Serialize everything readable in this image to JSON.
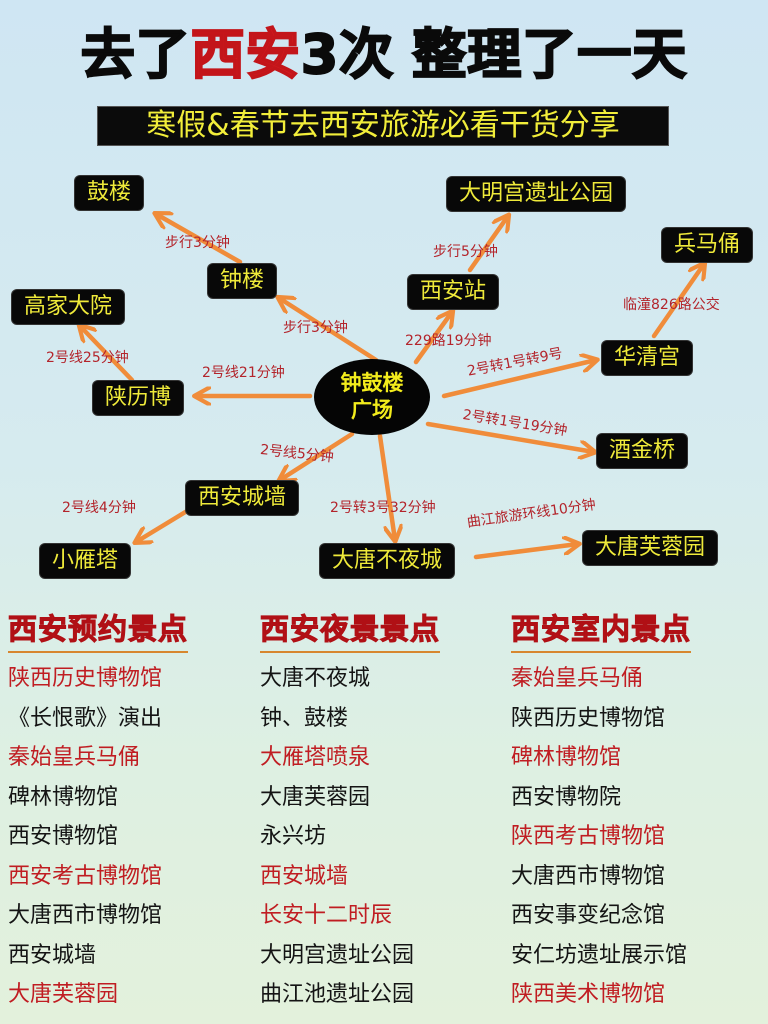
{
  "header": {
    "title_part1": "去了",
    "title_highlight": "西安",
    "title_part2": "3次",
    "title_part3": "整理了一天",
    "subtitle": "寒假&春节去西安旅游必看干货分享"
  },
  "colors": {
    "title_highlight": "#d21a1f",
    "node_bg": "#080808",
    "node_text": "#efea3a",
    "arrow": "#f08c3a",
    "route_label": "#b3242b",
    "list_highlight": "#c01d22",
    "list_normal": "#141414"
  },
  "map": {
    "hub": {
      "line1": "钟鼓楼",
      "line2": "广场"
    },
    "nodes": {
      "gulou": "鼓楼",
      "zhonglou": "钟楼",
      "gaojiadayuan": "高家大院",
      "shanlibo": "陕历博",
      "xiancitywall": "西安城墙",
      "xiaoyanta": "小雁塔",
      "datangbuyecheng": "大唐不夜城",
      "datangfuronyuan": "大唐芙蓉园",
      "jiujinqiao": "酒金桥",
      "huaqinggong": "华清宫",
      "bingmayong": "兵马俑",
      "xianstation": "西安站",
      "damingpalace": "大明宫遗址公园"
    },
    "routes": {
      "zhonglou_to_gulou": "步行3分钟",
      "hub_to_zhonglou": "步行3分钟",
      "shanlibo_to_gaojia": "2号线25分钟",
      "hub_to_shanlibo": "2号线21分钟",
      "hub_to_station": "229路19分钟",
      "station_to_daming": "步行5分钟",
      "huaqing_to_bingma": "临潼826路公交",
      "hub_to_huaqing": "2号转1号转9号",
      "hub_to_jiujin": "2号转1号19分钟",
      "hub_to_citywall": "2号线5分钟",
      "citywall_to_xiaoyan": "2号线4分钟",
      "hub_to_buyecheng": "2号转3号32分钟",
      "buyecheng_to_furong": "曲江旅游环线10分钟"
    }
  },
  "lists": [
    {
      "title": "西安预约景点",
      "items": [
        {
          "text": "陕西历史博物馆",
          "highlight": true
        },
        {
          "text": "《长恨歌》演出",
          "highlight": false
        },
        {
          "text": "秦始皇兵马俑",
          "highlight": true
        },
        {
          "text": "碑林博物馆",
          "highlight": false
        },
        {
          "text": "西安博物馆",
          "highlight": false
        },
        {
          "text": "西安考古博物馆",
          "highlight": true
        },
        {
          "text": "大唐西市博物馆",
          "highlight": false
        },
        {
          "text": "西安城墙",
          "highlight": false
        },
        {
          "text": "大唐芙蓉园",
          "highlight": true
        }
      ]
    },
    {
      "title": "西安夜景景点",
      "items": [
        {
          "text": "大唐不夜城",
          "highlight": false
        },
        {
          "text": "钟、鼓楼",
          "highlight": false
        },
        {
          "text": "大雁塔喷泉",
          "highlight": true
        },
        {
          "text": "大唐芙蓉园",
          "highlight": false
        },
        {
          "text": "永兴坊",
          "highlight": false
        },
        {
          "text": "西安城墙",
          "highlight": true
        },
        {
          "text": "长安十二时辰",
          "highlight": true
        },
        {
          "text": "大明宫遗址公园",
          "highlight": false
        },
        {
          "text": "曲江池遗址公园",
          "highlight": false
        }
      ]
    },
    {
      "title": "西安室内景点",
      "items": [
        {
          "text": "秦始皇兵马俑",
          "highlight": true
        },
        {
          "text": "陕西历史博物馆",
          "highlight": false
        },
        {
          "text": "碑林博物馆",
          "highlight": true
        },
        {
          "text": "西安博物院",
          "highlight": false
        },
        {
          "text": "陕西考古博物馆",
          "highlight": true
        },
        {
          "text": "大唐西市博物馆",
          "highlight": false
        },
        {
          "text": "西安事变纪念馆",
          "highlight": false
        },
        {
          "text": "安仁坊遗址展示馆",
          "highlight": false
        },
        {
          "text": "陕西美术博物馆",
          "highlight": true
        }
      ]
    }
  ]
}
